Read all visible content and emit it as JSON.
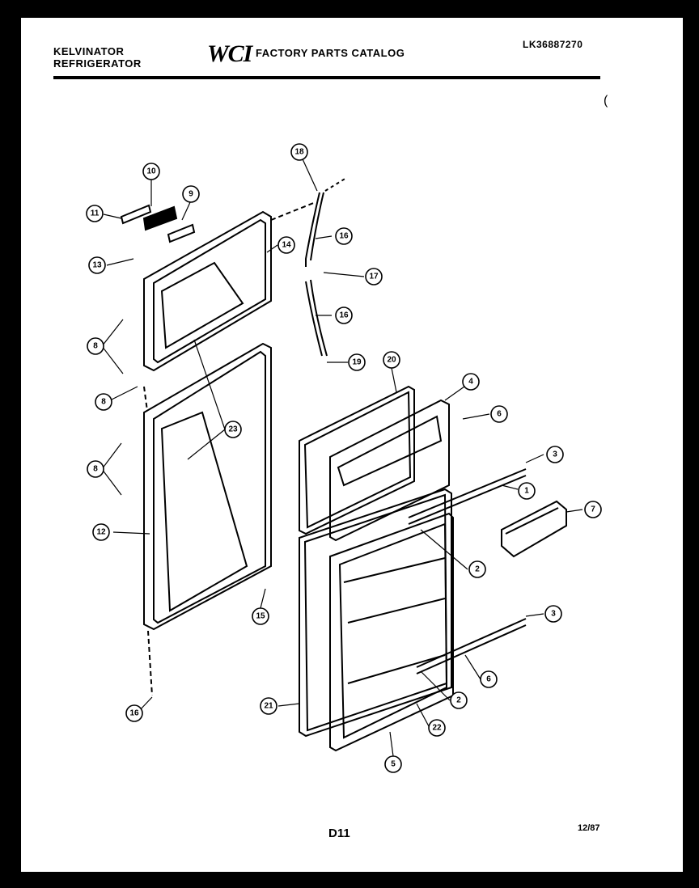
{
  "header": {
    "brand_line1": "KELVINATOR",
    "brand_line2": "REFRIGERATOR",
    "logo": "WCI",
    "catalog_title": "FACTORY PARTS CATALOG",
    "model_number": "LK36887270"
  },
  "footer": {
    "page_code": "D11",
    "date": "12/87"
  },
  "callouts": [
    {
      "id": "c10a",
      "label": "10"
    },
    {
      "id": "c9a",
      "label": "9"
    },
    {
      "id": "c11",
      "label": "11"
    },
    {
      "id": "c13",
      "label": "13"
    },
    {
      "id": "c14",
      "label": "14"
    },
    {
      "id": "c8a",
      "label": "8"
    },
    {
      "id": "c8b",
      "label": "8"
    },
    {
      "id": "c8c",
      "label": "8"
    },
    {
      "id": "c23",
      "label": "23"
    },
    {
      "id": "c12",
      "label": "12"
    },
    {
      "id": "c15",
      "label": "15"
    },
    {
      "id": "c18",
      "label": "18"
    },
    {
      "id": "c16a",
      "label": "16"
    },
    {
      "id": "c16b",
      "label": "16"
    },
    {
      "id": "c16c",
      "label": "16"
    },
    {
      "id": "c17",
      "label": "17"
    },
    {
      "id": "c19",
      "label": "19"
    },
    {
      "id": "c20",
      "label": "20"
    },
    {
      "id": "c4",
      "label": "4"
    },
    {
      "id": "c6",
      "label": "6"
    },
    {
      "id": "c3a",
      "label": "3"
    },
    {
      "id": "c1",
      "label": "1"
    },
    {
      "id": "c7",
      "label": "7"
    },
    {
      "id": "c2a",
      "label": "2"
    },
    {
      "id": "c3b",
      "label": "3"
    },
    {
      "id": "c6b",
      "label": "6"
    },
    {
      "id": "c2b",
      "label": "2"
    },
    {
      "id": "c21",
      "label": "21"
    },
    {
      "id": "c22",
      "label": "22"
    },
    {
      "id": "c5",
      "label": "5"
    }
  ]
}
